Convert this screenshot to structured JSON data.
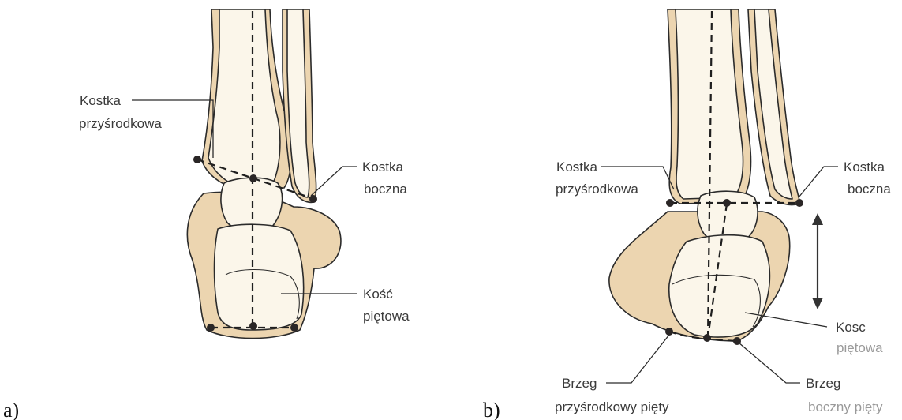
{
  "panel_a": {
    "letter": "a)",
    "labels": {
      "medial_malleolus_1": "Kostka",
      "medial_malleolus_2": "przyśrodkowa",
      "lateral_malleolus_1": "Kostka",
      "lateral_malleolus_2": "boczna",
      "calcaneus_1": "Kość",
      "calcaneus_2": "piętowa"
    }
  },
  "panel_b": {
    "letter": "b)",
    "labels": {
      "medial_malleolus_1": "Kostka",
      "medial_malleolus_2": "przyśrodkowa",
      "lateral_malleolus_1": "Kostka",
      "lateral_malleolus_2": "boczna",
      "calcaneus_1": "Kosc",
      "calcaneus_2": "piętowa",
      "medial_heel_edge_1": "Brzeg",
      "medial_heel_edge_2": "przyśrodkowy pięty",
      "lateral_heel_edge_1": "Brzeg",
      "lateral_heel_edge_2": "boczny pięty"
    }
  },
  "colors": {
    "bone_shaded": "#ecd5b0",
    "bone_light": "#fbf6ea",
    "outline": "#2b2b2b",
    "marker": "#2a2626"
  }
}
